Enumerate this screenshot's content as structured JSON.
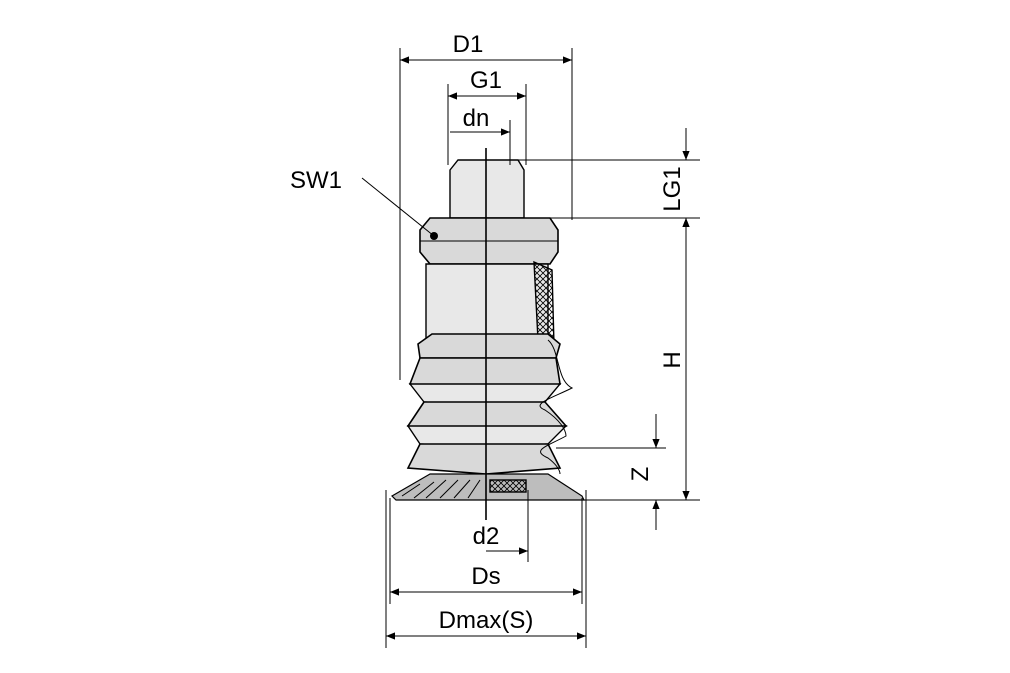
{
  "labels": {
    "D1": "D1",
    "G1": "G1",
    "dn": "dn",
    "SW1": "SW1",
    "LG1": "LG1",
    "H": "H",
    "Z": "Z",
    "d2": "d2",
    "Ds": "Ds",
    "Dmax": "Dmax(S)"
  }
}
